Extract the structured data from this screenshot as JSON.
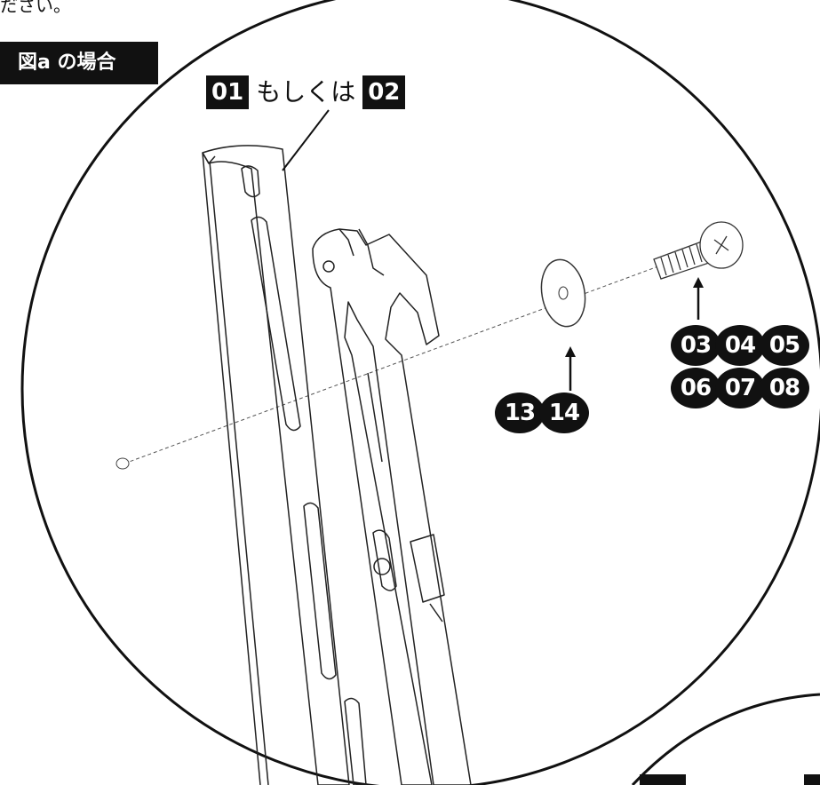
{
  "header": {
    "partial_text": "ださい。"
  },
  "figure": {
    "label": "図a の場合"
  },
  "callouts": {
    "bracket": {
      "part_a": "01",
      "word": "もしくは",
      "part_b": "02"
    },
    "washers": {
      "parts": [
        "13",
        "14"
      ]
    },
    "screws": {
      "row1": [
        "03",
        "04",
        "05"
      ],
      "row2": [
        "06",
        "07",
        "08"
      ]
    }
  }
}
